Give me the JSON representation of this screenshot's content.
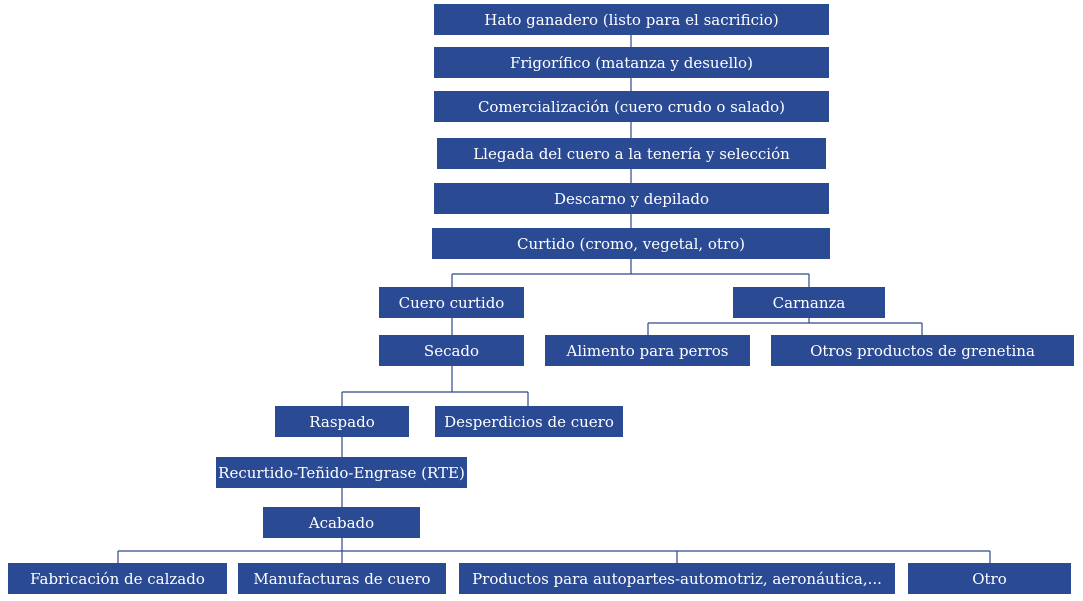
{
  "nodes": {
    "hato": "Hato ganadero (listo para el sacrificio)",
    "frigorifico": "Frigorífico (matanza y desuello)",
    "comercializacion": "Comercialización (cuero crudo o salado)",
    "llegada": "Llegada del cuero a la tenería y selección",
    "descarno": "Descarno y depilado",
    "curtido": "Curtido (cromo, vegetal, otro)",
    "cuero_curtido": "Cuero curtido",
    "carnanza": "Carnanza",
    "secado": "Secado",
    "alimento": "Alimento para perros",
    "otros_productos": "Otros productos de grenetina",
    "raspado": "Raspado",
    "desperdicios": "Desperdicios de cuero",
    "rte": "Recurtido-Teñido-Engrase (RTE)",
    "acabado": "Acabado",
    "calzado": "Fabricación de calzado",
    "manufacturas": "Manufacturas de cuero",
    "autopartes": "Productos para autopartes-automotriz, aeronáutica,...",
    "otro": "Otro"
  },
  "colors": {
    "box_fill": "#2b4a94",
    "box_text": "#ffffff",
    "connector": "#2e4a8e"
  }
}
